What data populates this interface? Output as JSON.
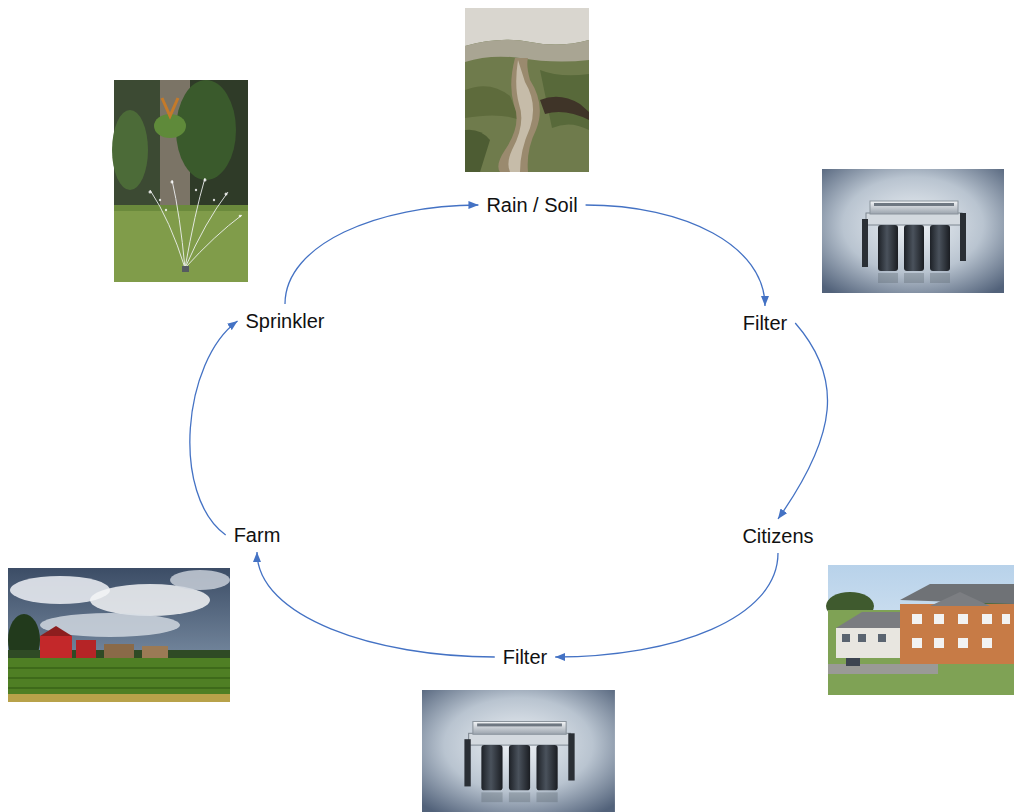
{
  "diagram": {
    "nodes": [
      {
        "text": [
          "Rain / Soil"
        ]
      },
      {
        "text": [
          "Filter"
        ]
      },
      {
        "text": [
          "Citizens"
        ]
      },
      {
        "text": [
          "Filter"
        ]
      },
      {
        "text": [
          "Farm"
        ]
      },
      {
        "text": [
          "Sprinkler"
        ]
      }
    ],
    "edges": [
      {
        "from": 0,
        "to": 1,
        "arrow": "to"
      },
      {
        "from": 1,
        "to": 2,
        "arrow": "to"
      },
      {
        "from": 2,
        "to": 3,
        "arrow": "to"
      },
      {
        "from": 3,
        "to": 4,
        "arrow": "to"
      },
      {
        "from": 4,
        "to": 5,
        "arrow": "to"
      },
      {
        "from": 5,
        "to": 0,
        "arrow": "to"
      }
    ]
  }
}
